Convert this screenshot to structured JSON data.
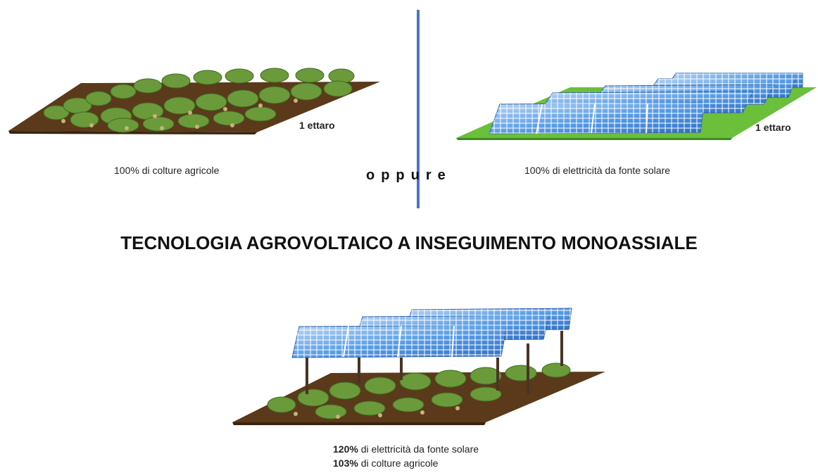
{
  "left_panel": {
    "area_label": "1 ettaro",
    "caption": "100% di colture agricole"
  },
  "right_panel": {
    "area_label": "1 ettaro",
    "caption": "100% di elettricità da fonte solare"
  },
  "separator_text": "oppure",
  "title": "TECNOLOGIA AGROVOLTAICO A INSEGUIMENTO MONOASSIALE",
  "bottom_panel": {
    "line1_bold": "120%",
    "line1_rest": " di elettricità da fonte solare",
    "line2_bold": "103%",
    "line2_rest": " di colture agricole"
  }
}
